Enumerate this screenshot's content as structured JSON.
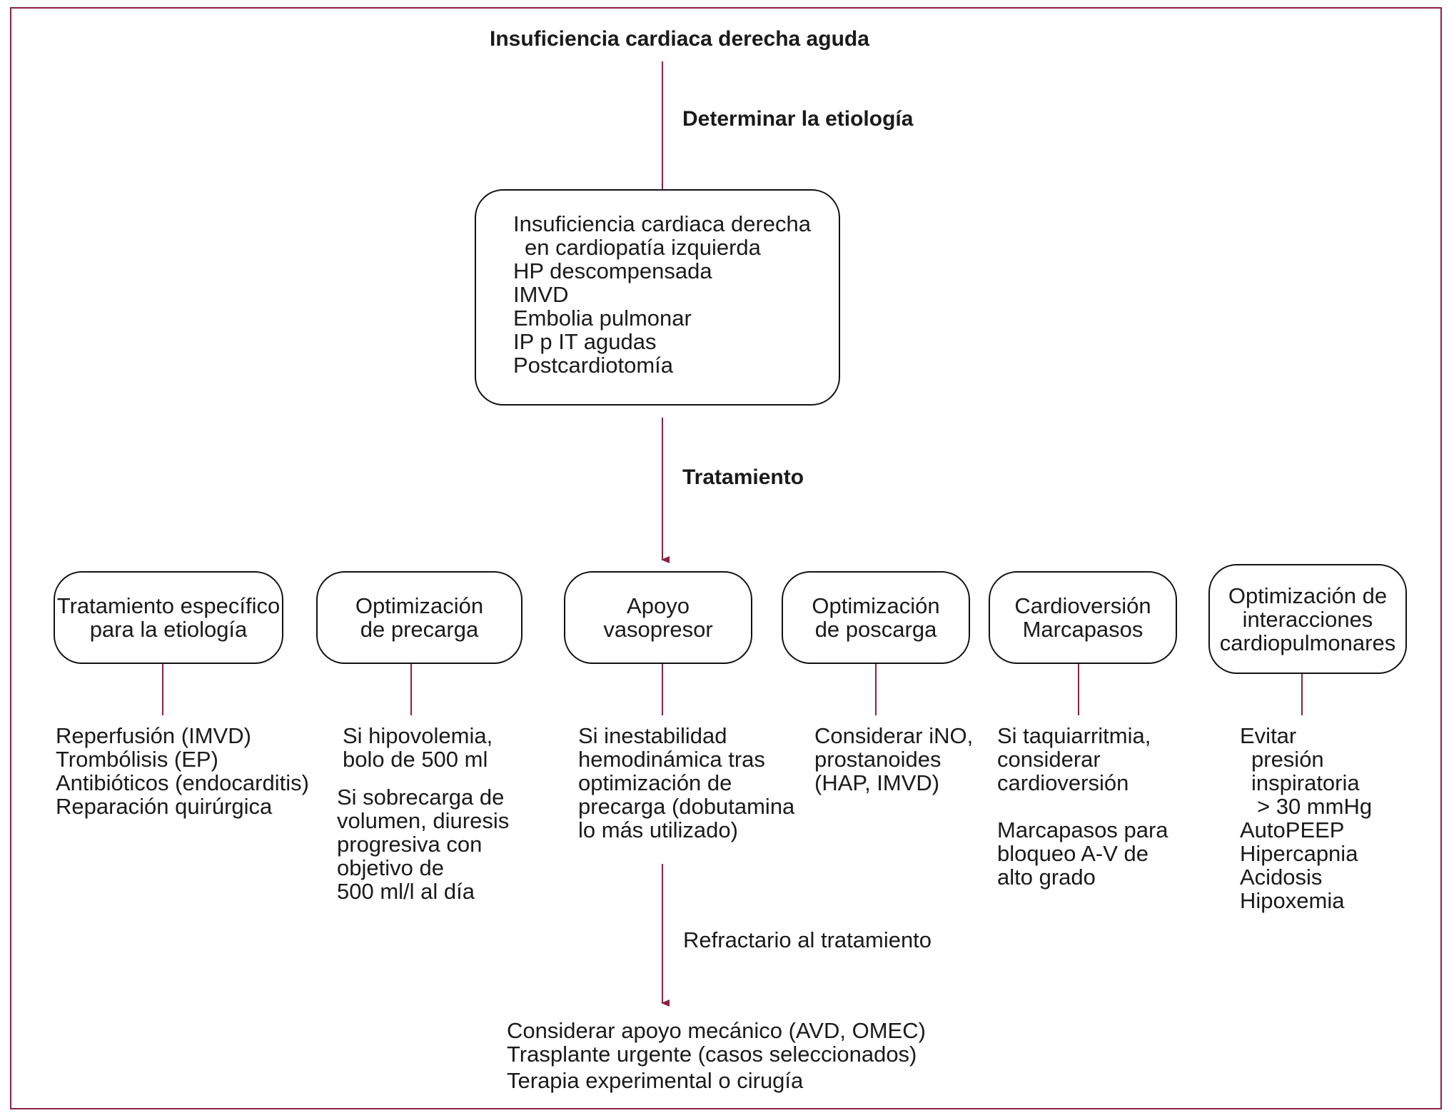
{
  "title": "Insuficiencia cardiaca derecha aguda",
  "step1_label": "Determinar la etiología",
  "etiologies": [
    "Insuficiencia cardiaca derecha",
    "en cardiopatía izquierda",
    "HP descompensada",
    "IMVD",
    "Embolia pulmonar",
    "IP p IT agudas",
    "Postcardiotomía"
  ],
  "step2_label": "Tratamiento",
  "treatments": [
    {
      "line1": "Tratamiento específico",
      "line2": "para la etiología",
      "line3": ""
    },
    {
      "line1": "Optimización",
      "line2": "de precarga",
      "line3": ""
    },
    {
      "line1": "Apoyo",
      "line2": "vasopresor",
      "line3": ""
    },
    {
      "line1": "Optimización",
      "line2": "de poscarga",
      "line3": ""
    },
    {
      "line1": "Cardioversión",
      "line2": "Marcapasos",
      "line3": ""
    },
    {
      "line1": "Optimización de",
      "line2": "interacciones",
      "line3": "cardiopulmonares"
    }
  ],
  "details": {
    "specific": [
      "Reperfusión (IMVD)",
      "Trombólisis (EP)",
      "Antibióticos (endocarditis)",
      "Reparación quirúrgica"
    ],
    "preload": [
      "Si hipovolemia,",
      "bolo de 500 ml",
      "Si sobrecarga de",
      "volumen, diuresis",
      "progresiva con",
      "objetivo de",
      "500 ml/l al día"
    ],
    "vasopressor": [
      "Si inestabilidad",
      "hemodinámica tras",
      "optimización de",
      "precarga (dobutamina",
      "lo más utilizado)"
    ],
    "afterload": [
      "Considerar iNO,",
      "prostanoides",
      "(HAP, IMVD)"
    ],
    "rhythm": [
      "Si taquiarritmia,",
      "considerar",
      "cardioversión",
      "Marcapasos para",
      "bloqueo A-V de",
      "alto grado"
    ],
    "cardiopulmonary": [
      "Evitar",
      "presión",
      "inspiratoria",
      "> 30 mmHg",
      "AutoPEEP",
      "Hipercapnia",
      "Acidosis",
      "Hipoxemia"
    ]
  },
  "refractory_label": "Refractario al tratamiento",
  "final_options": [
    "Considerar apoyo mecánico (AVD, OMEC)",
    "Trasplante urgente (casos seleccionados)",
    "Terapia experimental o cirugía"
  ],
  "colors": {
    "frame": "#8b2340",
    "connector": "#8b2340",
    "text": "#1a1a1a"
  }
}
